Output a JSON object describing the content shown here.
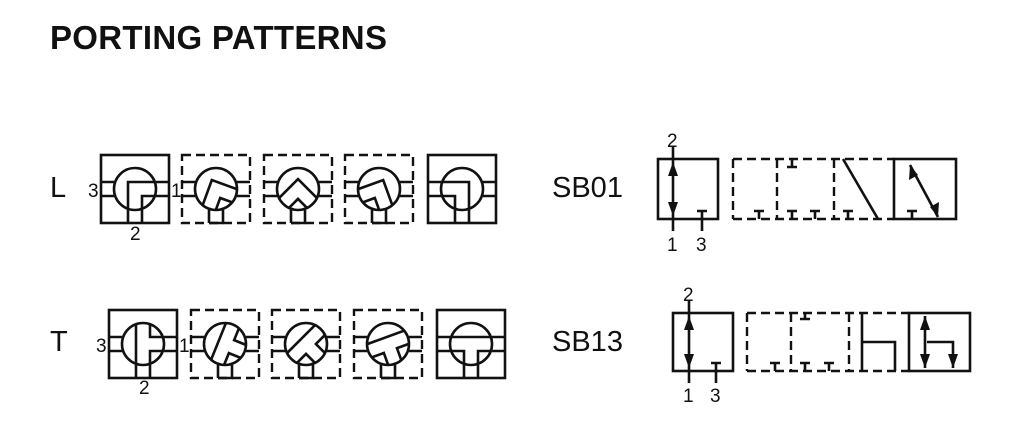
{
  "title": "PORTING PATTERNS",
  "rows": {
    "l": {
      "label": "L"
    },
    "t": {
      "label": "T"
    },
    "sb01": {
      "label": "SB01"
    },
    "sb13": {
      "label": "SB13"
    }
  },
  "ports": {
    "one": "1",
    "two": "2",
    "three": "3"
  }
}
